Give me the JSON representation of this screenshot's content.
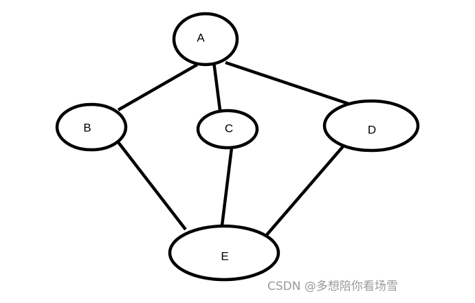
{
  "diagram": {
    "nodes": [
      {
        "id": "A",
        "label": "A"
      },
      {
        "id": "B",
        "label": "B"
      },
      {
        "id": "C",
        "label": "C"
      },
      {
        "id": "D",
        "label": "D"
      },
      {
        "id": "E",
        "label": "E"
      }
    ],
    "edges": [
      {
        "from": "A",
        "to": "B"
      },
      {
        "from": "A",
        "to": "C"
      },
      {
        "from": "A",
        "to": "D"
      },
      {
        "from": "B",
        "to": "E"
      },
      {
        "from": "C",
        "to": "E"
      },
      {
        "from": "D",
        "to": "E"
      }
    ],
    "colors": {
      "stroke": "#000000",
      "fill": "#ffffff"
    }
  },
  "watermark": {
    "text": "CSDN @多想陪你看场雪",
    "color": "#9a9a9a"
  }
}
